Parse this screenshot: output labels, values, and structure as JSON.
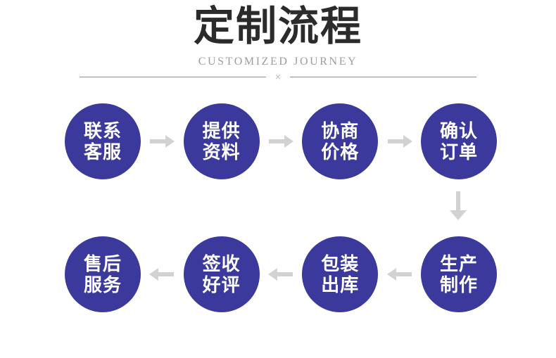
{
  "header": {
    "title": "定制流程",
    "subtitle": "CUSTOMIZED JOURNEY",
    "divider_mark": "×"
  },
  "colors": {
    "node_fill": "#3b3a9c",
    "node_text": "#ffffff",
    "title_text": "#2b2b2b",
    "subtitle_text": "#9d9d9d",
    "arrow": "#d2d2d2",
    "divider_line": "#8d8d92",
    "background": "#ffffff"
  },
  "flow": {
    "row1_direction": "right",
    "row2_direction": "left",
    "connector_down": "arrow-down-icon",
    "row1": [
      {
        "step": 1,
        "line1": "联系",
        "line2": "客服"
      },
      {
        "step": 2,
        "line1": "提供",
        "line2": "资料"
      },
      {
        "step": 3,
        "line1": "协商",
        "line2": "价格"
      },
      {
        "step": 4,
        "line1": "确认",
        "line2": "订单"
      }
    ],
    "row2": [
      {
        "step": 8,
        "line1": "售后",
        "line2": "服务"
      },
      {
        "step": 7,
        "line1": "签收",
        "line2": "好评"
      },
      {
        "step": 6,
        "line1": "包装",
        "line2": "出库"
      },
      {
        "step": 5,
        "line1": "生产",
        "line2": "制作"
      }
    ]
  }
}
